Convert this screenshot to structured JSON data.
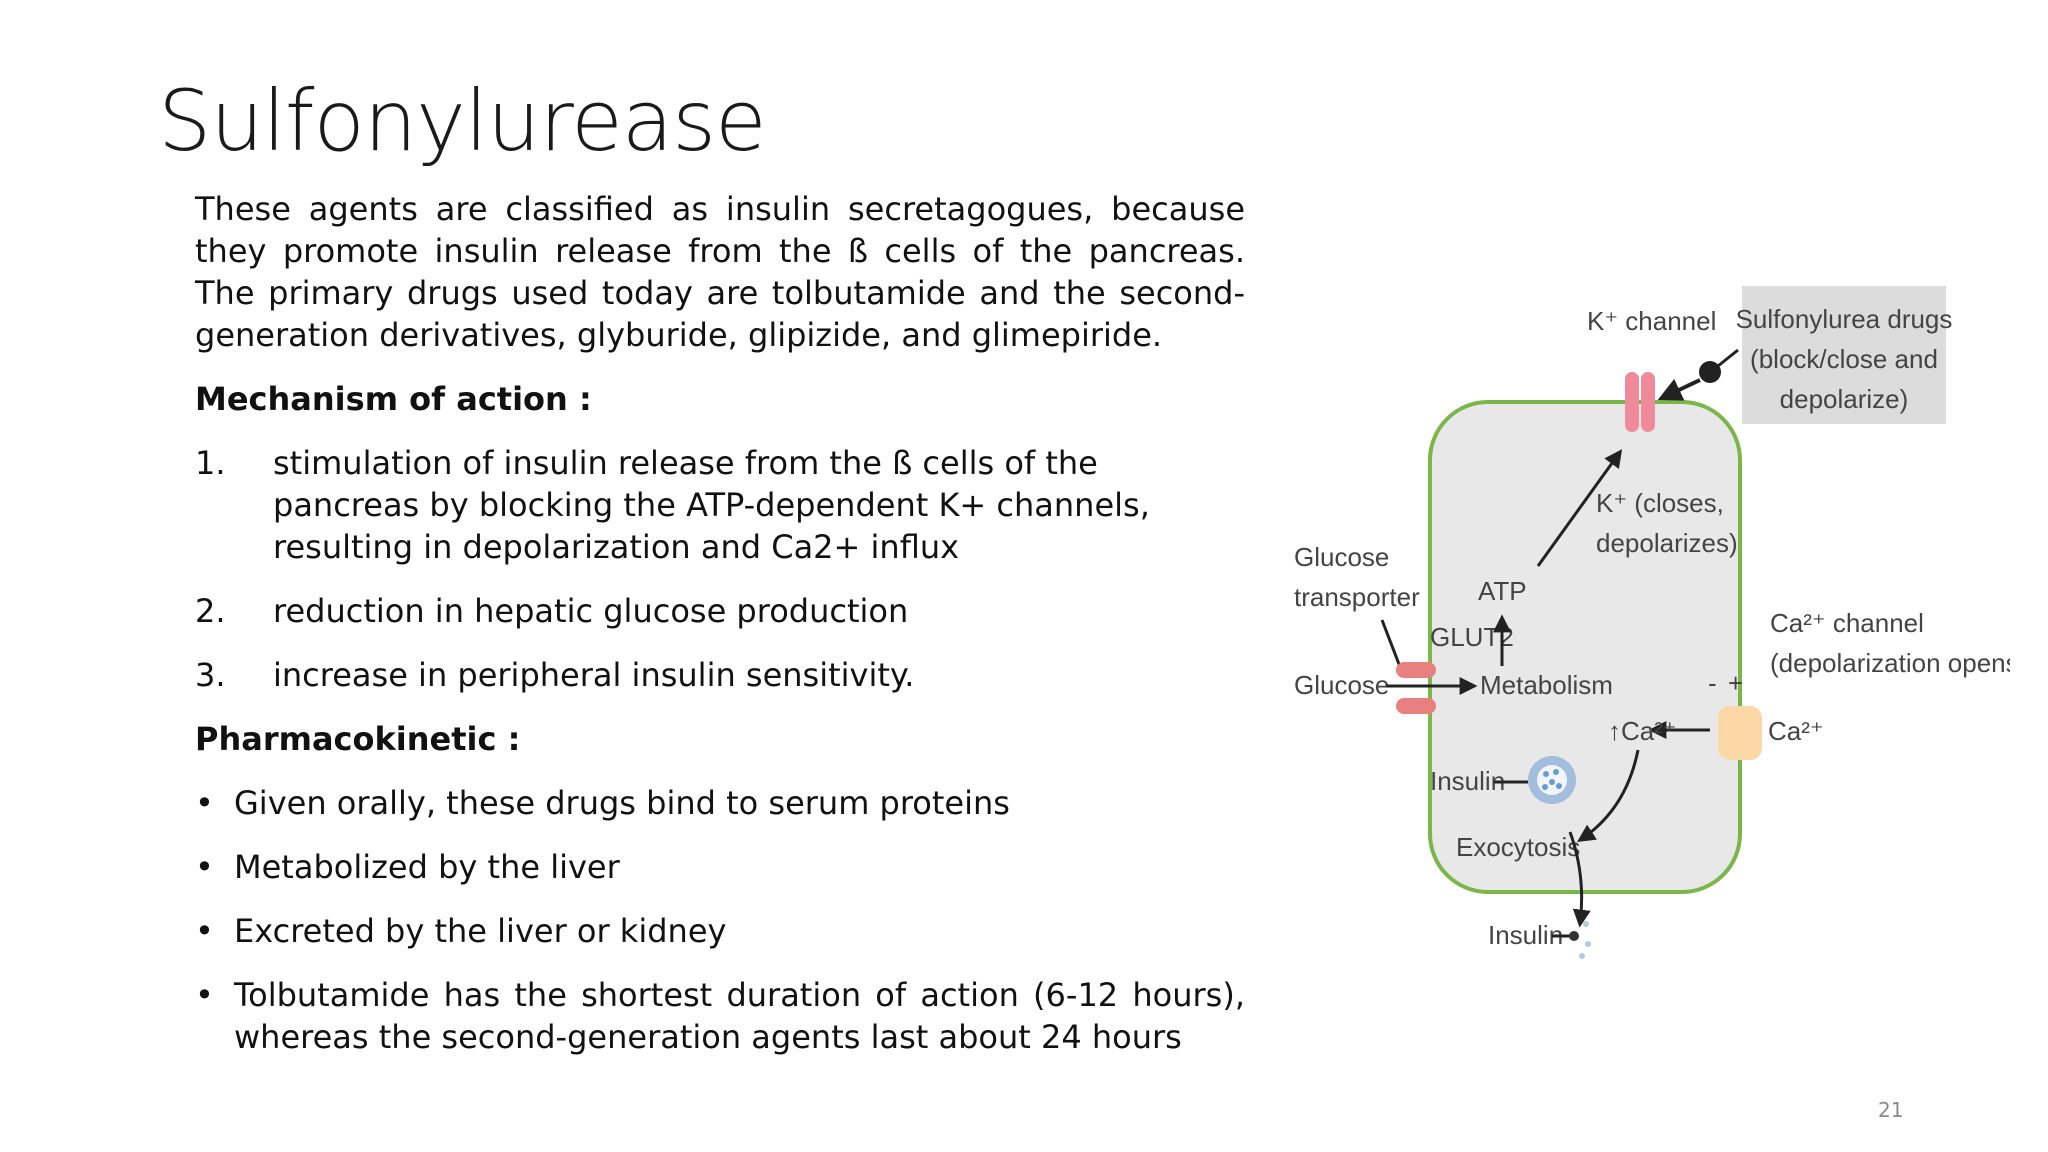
{
  "slide": {
    "title": "Sulfonylurease",
    "intro": "These agents are classified as insulin secretagogues, because they promote insulin release from the ß cells of the pancreas. The primary drugs used today are tolbutamide and the second-generation derivatives, glyburide, glipizide, and glimepiride.",
    "mechanism_heading": "Mechanism of action :",
    "mechanism_items": [
      {
        "num": "1.",
        "text": "stimulation of insulin release from the ß cells of the pancreas by blocking the ATP-dependent K+ channels, resulting in depolarization and Ca2+ influx"
      },
      {
        "num": "2.",
        "text": "reduction in hepatic glucose production"
      },
      {
        "num": "3.",
        "text": "increase in peripheral insulin sensitivity."
      }
    ],
    "pk_heading": "Pharmacokinetic :",
    "pk_items": [
      "Given orally, these drugs bind to serum proteins",
      "Metabolized by the liver",
      "Excreted by the liver or kidney",
      "Tolbutamide has the shortest duration of action (6-12 hours), whereas the second-generation agents last about 24 hours"
    ],
    "bullet_glyph": "•",
    "page_number": "21"
  },
  "diagram": {
    "k_channel": "K⁺ channel",
    "drug_box": [
      "Sulfonylurea drugs",
      "(block/close and",
      "depolarize)"
    ],
    "k_closes": [
      "K⁺ (closes,",
      "depolarizes)"
    ],
    "glucose_transporter": [
      "Glucose",
      "transporter"
    ],
    "atp": "ATP",
    "glut2": "GLUT2",
    "glucose": "Glucose",
    "metabolism": "Metabolism",
    "ca_channel": [
      "Ca²⁺ channel",
      "(depolarization opens)"
    ],
    "minus": "-",
    "plus": "+",
    "ca_in": "↑Ca²⁺",
    "ca_out": "Ca²⁺",
    "insulin_in": "Insulin",
    "exocytosis": "Exocytosis",
    "insulin_out": "Insulin",
    "colors": {
      "cell_border": "#7ab648",
      "cell_fill": "#e8e8e8",
      "k_channel": "#f08a9a",
      "glucose_transporter": "#e88080",
      "ca_channel": "#fbd8a6",
      "vesicle": "#6a9ad4",
      "drug_box": "#dcdcdc"
    }
  }
}
